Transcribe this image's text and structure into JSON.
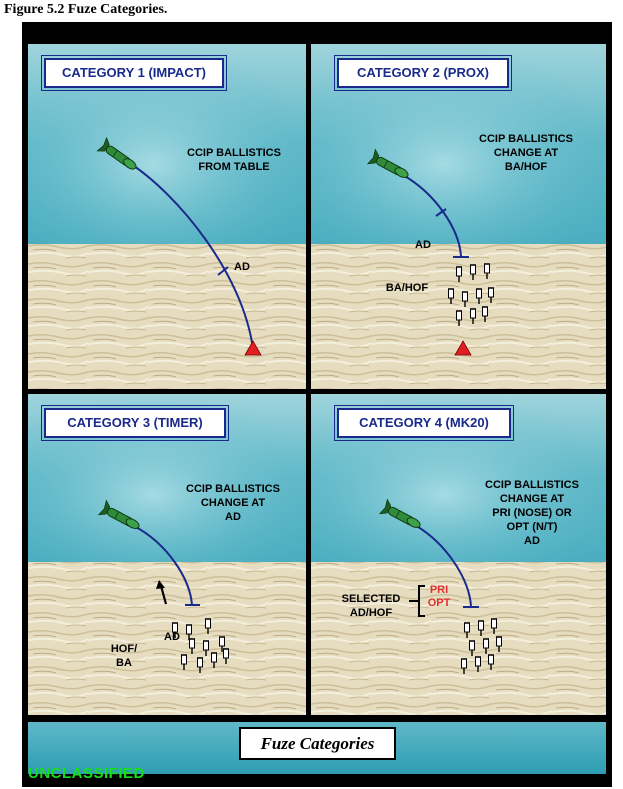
{
  "figure_title": "Figure 5.2  Fuze Categories.",
  "caption": "Fuze Categories",
  "classification": "UNCLASSIFIED",
  "colors": {
    "sky": "#5fb8c8",
    "ground": "#e6dcc0",
    "trajectory": "#1a2a8c",
    "label_border": "#1a2a8c",
    "target": "#e02020",
    "classification": "#18e018",
    "option_text": "#e03030"
  },
  "panels": [
    {
      "category": "CATEGORY 1 (IMPACT)",
      "text": "CCIP BALLISTICS\nFROM TABLE",
      "ad_label": "AD"
    },
    {
      "category": "CATEGORY 2 (PROX)",
      "text": "CCIP BALLISTICS\nCHANGE AT\nBA/HOF",
      "ad_label": "AD",
      "burst_label": "BA/HOF"
    },
    {
      "category": "CATEGORY 3 (TIMER)",
      "text": "CCIP BALLISTICS\nCHANGE AT\nAD",
      "ad_label": "AD",
      "burst_label": "HOF/\nBA"
    },
    {
      "category": "CATEGORY 4 (MK20)",
      "text": "CCIP BALLISTICS\nCHANGE AT\nPRI (NOSE) OR\nOPT (N/T)\nAD",
      "selected_label": "SELECTED\nAD/HOF",
      "pri_label": "PRI",
      "opt_label": "OPT"
    }
  ]
}
